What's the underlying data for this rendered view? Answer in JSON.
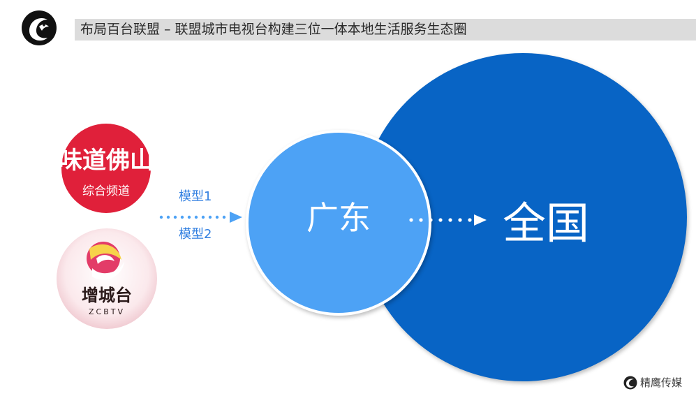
{
  "header": {
    "title": "布局百台联盟 – 联盟城市电视台构建三位一体本地生活服务生态圈"
  },
  "diagram": {
    "inner_circle_label": "广东",
    "outer_circle_label": "全国",
    "model_labels": [
      "模型1",
      "模型2"
    ]
  },
  "badges": {
    "wdf": {
      "title": "味道佛山",
      "subtitle": "综合频道"
    },
    "zc": {
      "title": "增城台",
      "subtitle": "ZCBTV"
    }
  },
  "footer": {
    "brand": "精鹰传媒"
  },
  "colors": {
    "outer_circle": "#0864c5",
    "inner_circle": "#4da2f5",
    "model_text": "#2f7ee0",
    "title_bar": "#dcdcdc",
    "badge_red": "#e0203a"
  },
  "icons": {
    "top_left": "eagle-logo-icon",
    "footer": "eagle-logo-icon"
  }
}
